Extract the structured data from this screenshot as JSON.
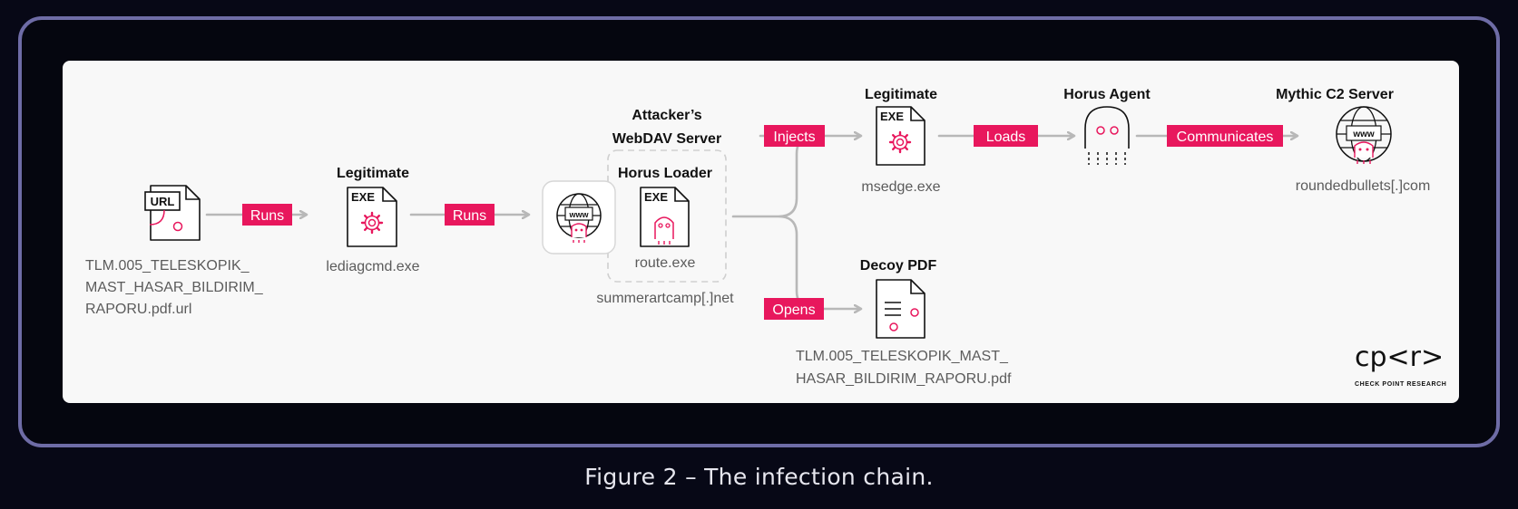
{
  "caption": "Figure 2 – The infection chain.",
  "colors": {
    "accent": "#e8175d",
    "arrow": "#b8b8b8",
    "panel": "#f8f8f8",
    "background": "#070816",
    "frame": "#6e6ca6"
  },
  "nodes": {
    "url_file": {
      "badge": "URL",
      "label_lines": [
        "TLM.005_TELESKOPIK_",
        "MAST_HASAR_BILDIRIM_",
        "RAPORU.pdf.url"
      ],
      "icon": "url-file-icon"
    },
    "lediagcmd": {
      "title": "Legitimate",
      "badge": "EXE",
      "label": "lediagcmd.exe",
      "icon": "exe-gear-icon"
    },
    "webdav": {
      "title_lines": [
        "Attacker’s",
        "WebDAV Server"
      ],
      "label": "summerartcamp[.]net",
      "icon": "web-server-icon"
    },
    "horus_loader": {
      "title": "Horus Loader",
      "badge": "EXE",
      "label": "route.exe",
      "icon": "exe-ghost-icon"
    },
    "msedge": {
      "title": "Legitimate",
      "badge": "EXE",
      "label": "msedge.exe",
      "icon": "exe-gear-icon"
    },
    "horus_agent": {
      "title": "Horus Agent",
      "icon": "ghost-icon"
    },
    "mythic": {
      "title": "Mythic C2 Server",
      "label": "roundedbullets[.]com",
      "icon": "web-server-icon"
    },
    "decoy_pdf": {
      "title": "Decoy PDF",
      "label_lines": [
        "TLM.005_TELESKOPIK_MAST_",
        "HASAR_BILDIRIM_RAPORU.pdf"
      ],
      "icon": "document-icon"
    }
  },
  "edges": {
    "runs_1": "Runs",
    "runs_2": "Runs",
    "injects": "Injects",
    "loads": "Loads",
    "communicates": "Communicates",
    "opens": "Opens"
  },
  "logo": {
    "brand": "cp<r>",
    "tagline": "CHECK POINT RESEARCH"
  }
}
